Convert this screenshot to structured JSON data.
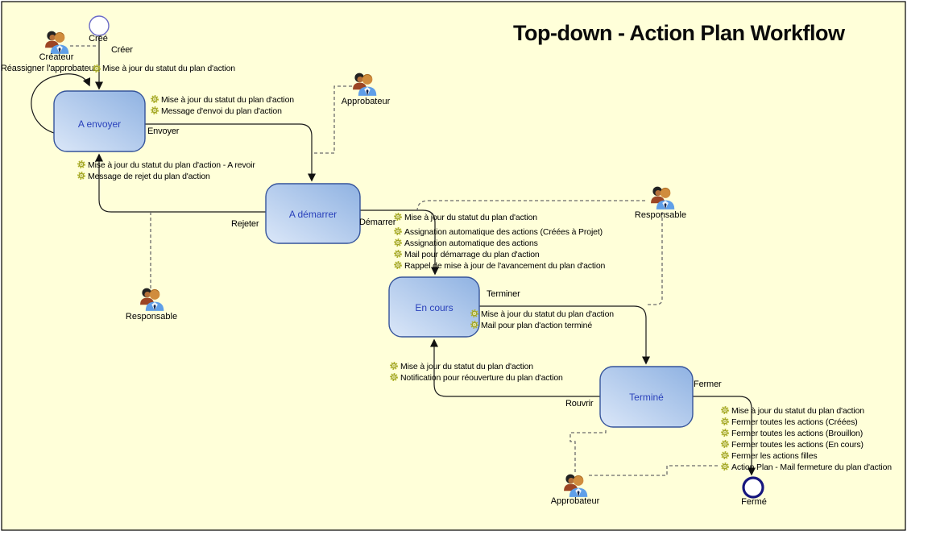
{
  "title": "Top-down - Action Plan Workflow",
  "colors": {
    "canvas_background": "#ffffd9",
    "canvas_border": "#000000",
    "state_fill_light": "#dbe7f8",
    "state_fill_dark": "#8fb2e2",
    "state_border": "#35549b",
    "state_text": "#2a41bb",
    "gear_icon": "#b2b52c",
    "start_node_border": "#6a6ac8",
    "end_node_border": "#16167e",
    "transition_line": "#1a1a1a",
    "association_line": "#6b6b6b"
  },
  "start_node": {
    "label": "Créé"
  },
  "end_node": {
    "label": "Fermé"
  },
  "states": {
    "a_envoyer": {
      "label": "A envoyer"
    },
    "a_demarrer": {
      "label": "A démarrer"
    },
    "en_cours": {
      "label": "En cours"
    },
    "termine": {
      "label": "Terminé"
    }
  },
  "actors": {
    "createur": {
      "label": "Créateur"
    },
    "approbateur_top": {
      "label": "Approbateur"
    },
    "responsable_right": {
      "label": "Responsable"
    },
    "responsable_left": {
      "label": "Responsable"
    },
    "approbateur_bottom": {
      "label": "Approbateur"
    }
  },
  "transitions": {
    "creer": {
      "label": "Créer",
      "actions": []
    },
    "reassigner": {
      "label": "Réassigner l'approbateur",
      "actions": [
        "Mise à jour du statut du plan d'action"
      ]
    },
    "envoyer": {
      "label": "Envoyer",
      "actions": [
        "Mise à jour du statut du plan d'action",
        "Message d'envoi du plan d'action"
      ]
    },
    "rejeter": {
      "label": "Rejeter",
      "actions": [
        "Mise à jour du statut du plan d'action - A revoir",
        "Message de rejet du plan d'action"
      ]
    },
    "demarrer": {
      "label": "Démarrer",
      "actions": [
        "Mise à jour du statut du plan d'action",
        "Assignation automatique des actions (Créées à Projet)",
        "Assignation automatique des actions",
        "Mail pour démarrage du plan d'action",
        "Rappel de mise à jour de l'avancement du plan d'action"
      ]
    },
    "terminer": {
      "label": "Terminer",
      "actions": [
        "Mise à jour du statut du plan d'action",
        "Mail pour plan d'action terminé"
      ]
    },
    "rouvrir": {
      "label": "Rouvrir",
      "actions": [
        "Mise à jour du statut du plan d'action",
        "Notification pour réouverture du plan d'action"
      ]
    },
    "fermer": {
      "label": "Fermer",
      "actions": [
        "Mise à jour du statut du plan d'action",
        "Fermer toutes les actions (Créées)",
        "Fermer toutes les actions (Brouillon)",
        "Fermer toutes les actions (En cours)",
        "Fermer les actions filles",
        "Action Plan - Mail fermeture du plan d'action"
      ]
    }
  }
}
